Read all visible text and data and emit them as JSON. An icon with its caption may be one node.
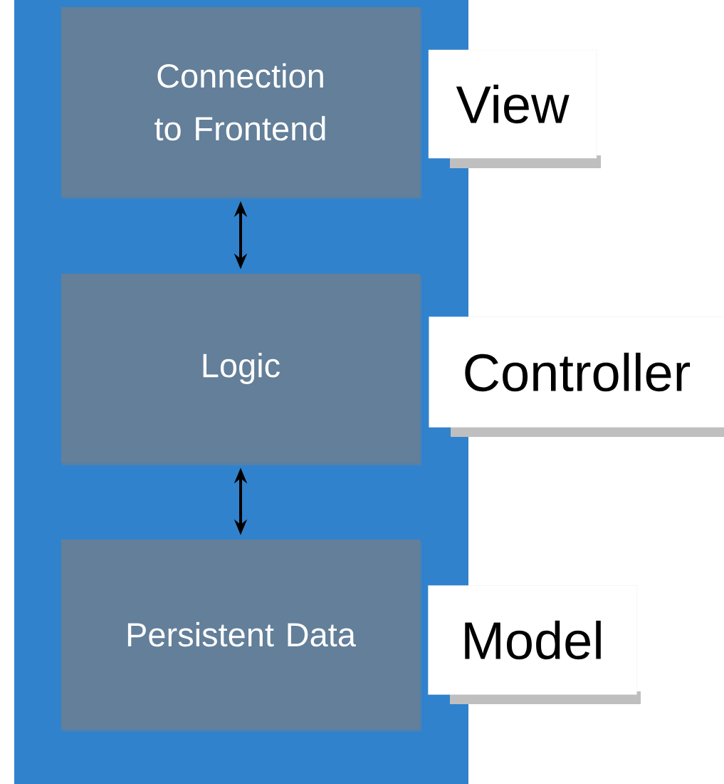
{
  "diagram": {
    "nodes": [
      {
        "text": [],
        "shape": "bar"
      },
      {
        "text": [
          "Connection to Frontend"
        ],
        "in": 0
      },
      {
        "text": [
          "Logic"
        ],
        "in": 0
      },
      {
        "text": [
          "Persistent Data"
        ],
        "in": 0
      },
      {
        "text": [
          "View"
        ]
      },
      {
        "text": [
          "Controller"
        ]
      },
      {
        "text": [
          "Model"
        ]
      }
    ],
    "edges": [
      {
        "from": 1,
        "to": 2,
        "arrow": "both"
      },
      {
        "from": 2,
        "to": 3,
        "arrow": "both"
      }
    ]
  }
}
